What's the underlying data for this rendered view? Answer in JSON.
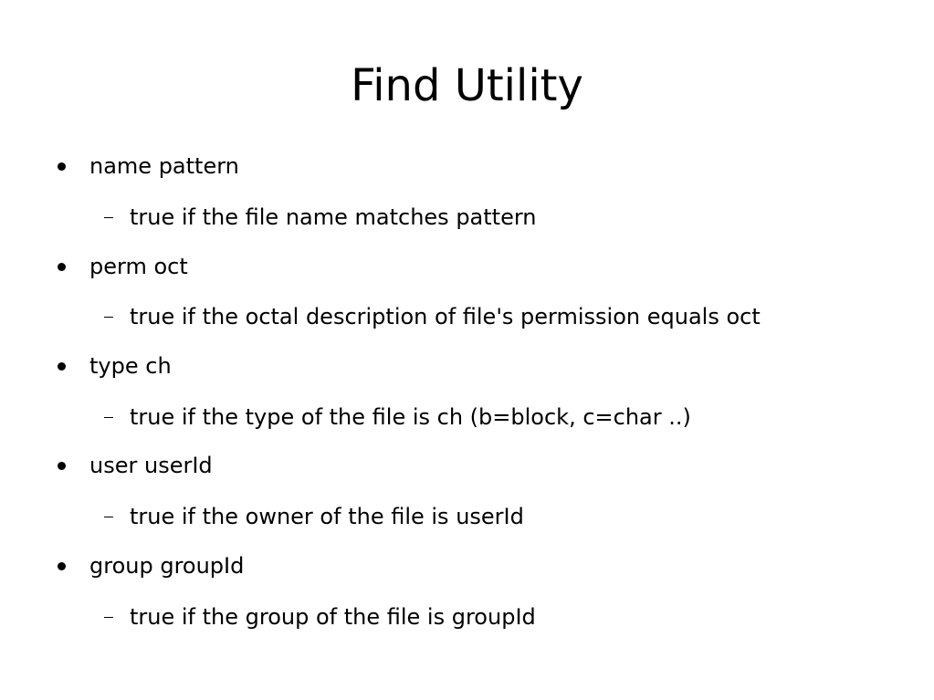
{
  "slide": {
    "title": "Find Utility",
    "items": [
      {
        "term": "name pattern",
        "desc": "true if the file name matches pattern"
      },
      {
        "term": "perm oct",
        "desc": "true if the octal description of file's permission equals oct"
      },
      {
        "term": "type ch",
        "desc": "true if the type of the file is ch (b=block, c=char ..)"
      },
      {
        "term": "user userId",
        "desc": "true if the owner of the file is userId"
      },
      {
        "term": "group groupId",
        "desc": "true if the group of the file is groupId"
      }
    ]
  },
  "icons": {
    "bullet": "bullet-dot-icon",
    "sub_bullet": "dash-icon"
  }
}
